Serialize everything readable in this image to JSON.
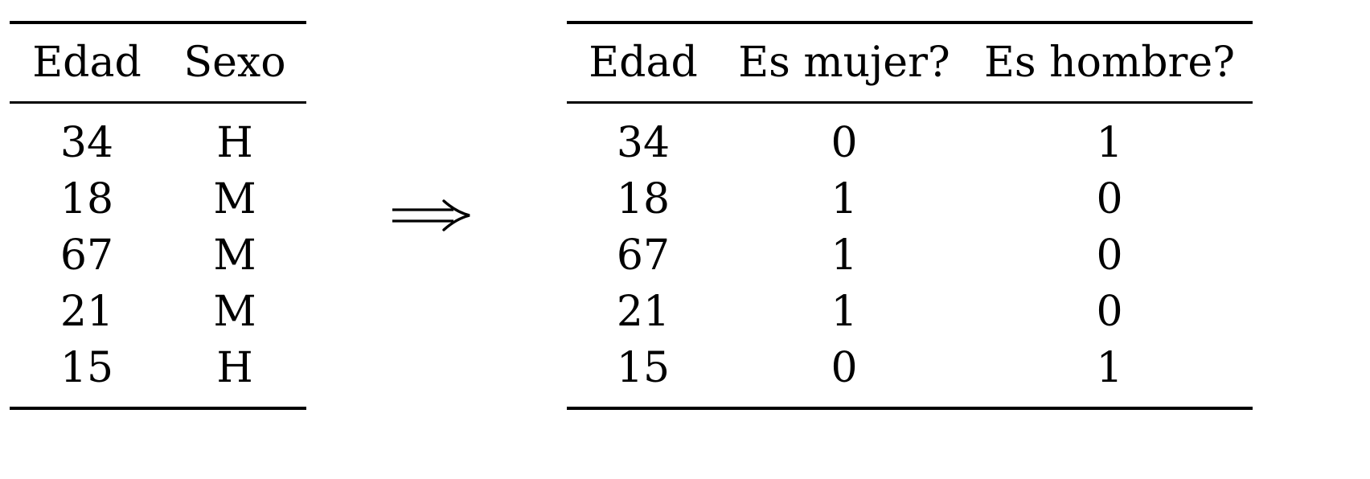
{
  "left_table": {
    "headers": [
      "Edad",
      "Sexo"
    ],
    "rows": [
      [
        "34",
        "H"
      ],
      [
        "18",
        "M"
      ],
      [
        "67",
        "M"
      ],
      [
        "21",
        "M"
      ],
      [
        "15",
        "H"
      ]
    ]
  },
  "arrow_symbol": "implies-arrow",
  "right_table": {
    "headers": [
      "Edad",
      "Es mujer?",
      "Es hombre?"
    ],
    "rows": [
      [
        "34",
        "0",
        "1"
      ],
      [
        "18",
        "1",
        "0"
      ],
      [
        "67",
        "1",
        "0"
      ],
      [
        "21",
        "1",
        "0"
      ],
      [
        "15",
        "0",
        "1"
      ]
    ]
  }
}
